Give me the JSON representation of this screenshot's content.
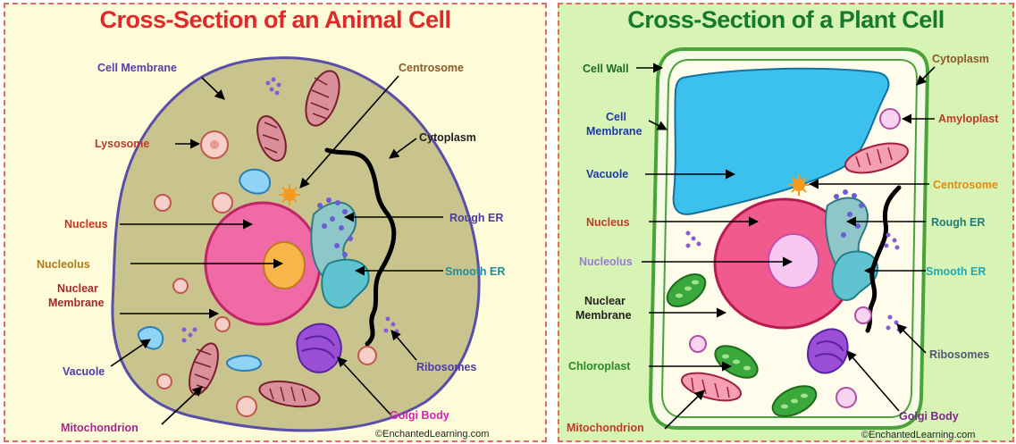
{
  "animal": {
    "title": "Cross-Section of an Animal Cell",
    "labels": {
      "cell_membrane": "Cell Membrane",
      "centrosome": "Centrosome",
      "lysosome": "Lysosome",
      "cytoplasm": "Cytoplasm",
      "nucleus": "Nucleus",
      "rough_er": "Rough ER",
      "nucleolus": "Nucleolus",
      "smooth_er": "Smooth ER",
      "nuclear_membrane_1": "Nuclear",
      "nuclear_membrane_2": "Membrane",
      "vacuole": "Vacuole",
      "ribosomes": "Ribosomes",
      "golgi_body": "Golgi Body",
      "mitochondrion": "Mitochondrion"
    },
    "credit": "©EnchantedLearning.com"
  },
  "plant": {
    "title": "Cross-Section of a Plant Cell",
    "labels": {
      "cell_wall": "Cell Wall",
      "cytoplasm": "Cytoplasm",
      "cell_membrane_1": "Cell",
      "cell_membrane_2": "Membrane",
      "amyloplast": "Amyloplast",
      "vacuole": "Vacuole",
      "centrosome": "Centrosome",
      "nucleus": "Nucleus",
      "rough_er": "Rough ER",
      "nucleolus": "Nucleolus",
      "smooth_er": "Smooth ER",
      "nuclear_membrane_1": "Nuclear",
      "nuclear_membrane_2": "Membrane",
      "chloroplast": "Chloroplast",
      "ribosomes": "Ribosomes",
      "golgi_body": "Golgi Body",
      "mitochondrion": "Mitochondrion"
    },
    "credit": "©EnchantedLearning.com"
  },
  "colors": {
    "animal_background": "#fdfbd8",
    "plant_background": "#d8f4b4",
    "panel_border": "#e26a6a",
    "animal_title": "#e2292a",
    "plant_title": "#167a2e",
    "animal_cytoplasm": "#c9c48e",
    "nucleus": "#f06aa6",
    "nucleolus_animal": "#f7b54a",
    "nucleolus_plant": "#f7c8f2",
    "vacuole_plant": "#3cc0ee",
    "chloroplast": "#3aa83a"
  }
}
